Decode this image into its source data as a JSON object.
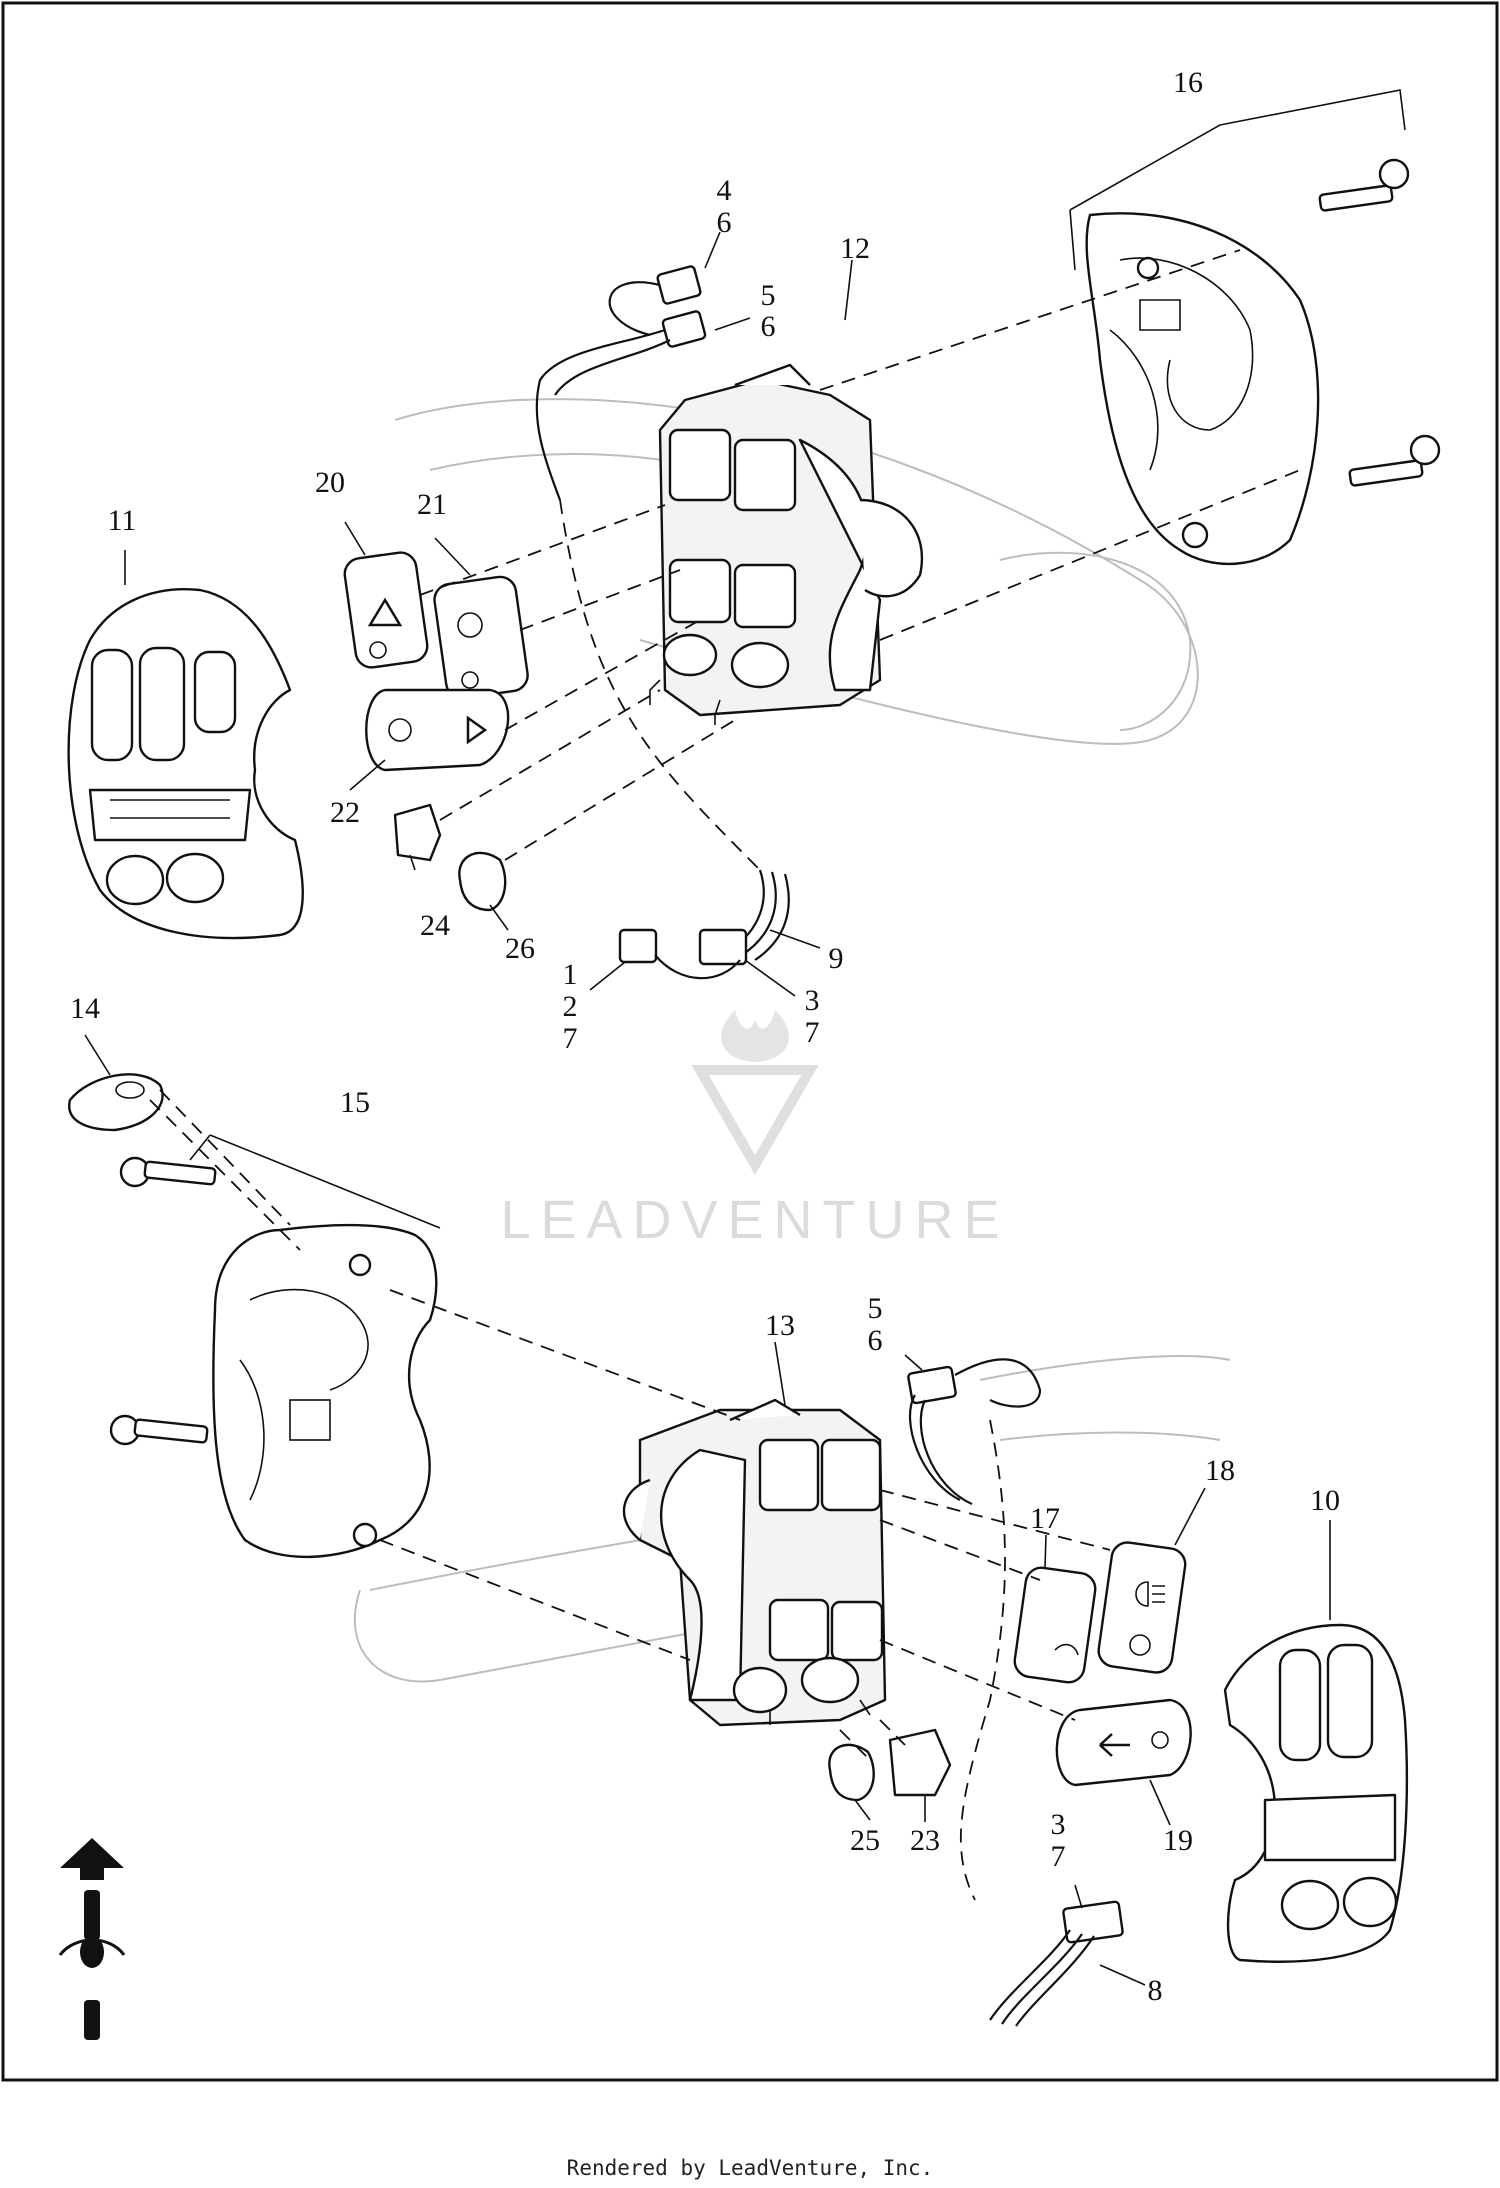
{
  "callouts": {
    "c1": "1",
    "c2a": "2",
    "c3a": "3",
    "c3b": "3",
    "c4": "4",
    "c5a": "5",
    "c5b": "5",
    "c6a": "6",
    "c6b": "6",
    "c6c": "6",
    "c7a": "7",
    "c7b": "7",
    "c7c": "7",
    "c8": "8",
    "c9": "9",
    "c10": "10",
    "c11": "11",
    "c12": "12",
    "c13": "13",
    "c14": "14",
    "c15": "15",
    "c16": "16",
    "c17": "17",
    "c18": "18",
    "c19": "19",
    "c20": "20",
    "c21": "21",
    "c22": "22",
    "c23": "23",
    "c24": "24",
    "c25": "25",
    "c26": "26"
  },
  "watermark": {
    "text": "LEADVENTURE"
  },
  "footer": {
    "text": "Rendered by LeadVenture, Inc."
  },
  "icons": [
    "hazard-triangle-icon",
    "cruise-icon",
    "turn-signal-icon",
    "headlamp-icon",
    "horn-icon",
    "forward-arrow-icon"
  ]
}
